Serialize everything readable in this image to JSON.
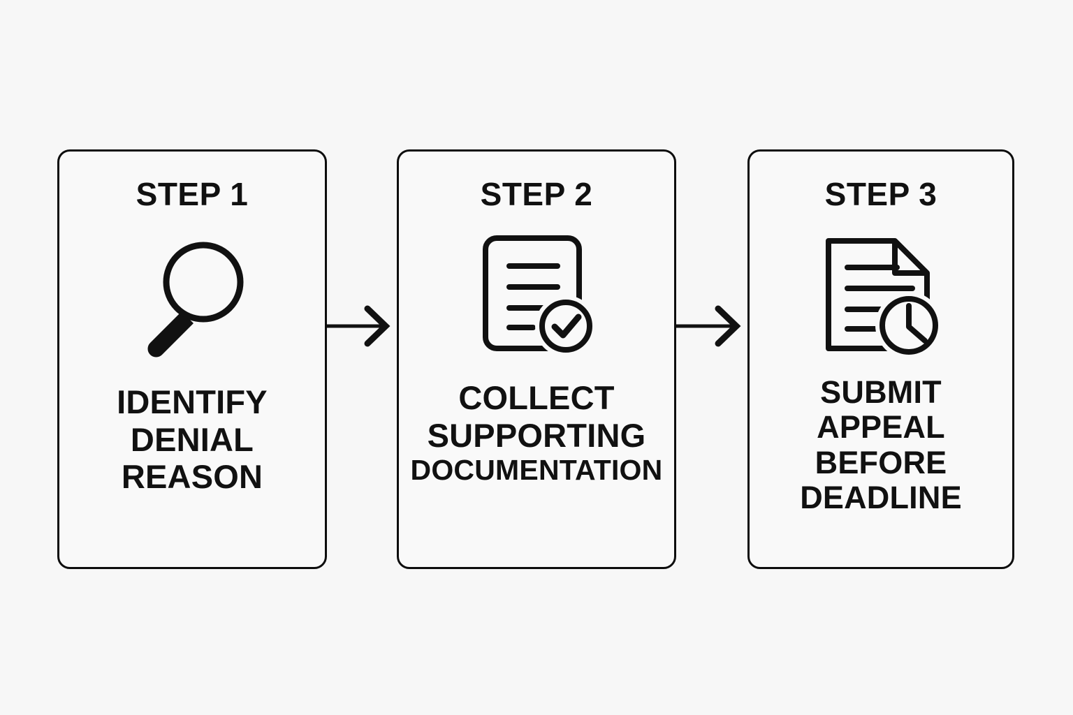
{
  "page": {
    "background_color": "#f7f7f7",
    "ink_color": "#111111",
    "card_fill_color": "#f9f9f9"
  },
  "flow": {
    "arrows": [
      {
        "name": "arrow-step1-to-step2",
        "glyph": "right-arrow"
      },
      {
        "name": "arrow-step2-to-step3",
        "glyph": "right-arrow"
      }
    ],
    "steps": [
      {
        "id": "step-1",
        "step_label": "STEP 1",
        "icon": "magnifying-glass-icon",
        "caption_lines": [
          {
            "text": "IDENTIFY",
            "shrink": false
          },
          {
            "text": "DENIAL",
            "shrink": false
          },
          {
            "text": "REASON",
            "shrink": false
          }
        ]
      },
      {
        "id": "step-2",
        "step_label": "STEP 2",
        "icon": "document-check-icon",
        "caption_lines": [
          {
            "text": "COLLECT",
            "shrink": false
          },
          {
            "text": "SUPPORTING",
            "shrink": false
          },
          {
            "text": "DOCUMENTATION",
            "shrink": true
          }
        ]
      },
      {
        "id": "step-3",
        "step_label": "STEP 3",
        "icon": "document-clock-icon",
        "caption_lines": [
          {
            "text": "SUBMIT",
            "shrink": false
          },
          {
            "text": "APPEAL",
            "shrink": false
          },
          {
            "text": "BEFORE",
            "shrink": false
          },
          {
            "text": "DEADLINE",
            "shrink": false
          }
        ]
      }
    ]
  }
}
